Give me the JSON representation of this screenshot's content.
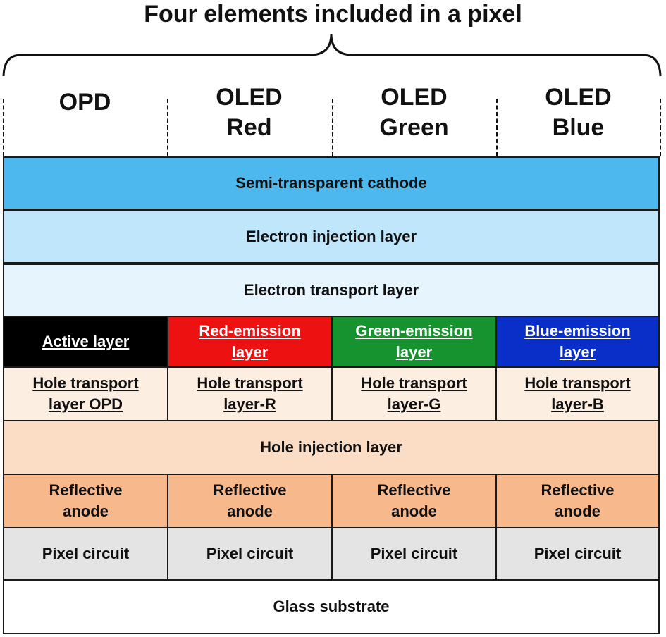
{
  "title": "Four elements included in a pixel",
  "columns": [
    {
      "line1": "OPD",
      "line2": ""
    },
    {
      "line1": "OLED",
      "line2": "Red"
    },
    {
      "line1": "OLED",
      "line2": "Green"
    },
    {
      "line1": "OLED",
      "line2": "Blue"
    }
  ],
  "layers": {
    "cathode": "Semi-transparent cathode",
    "eil": "Electron injection layer",
    "etl": "Electron transport layer",
    "active": [
      "Active layer",
      "",
      ""
    ],
    "red_emission": [
      "Red-emission",
      "layer"
    ],
    "green_emission": [
      "Green-emission",
      "layer"
    ],
    "blue_emission": [
      "Blue-emission",
      "layer"
    ],
    "htl": [
      [
        "Hole transport",
        "layer OPD"
      ],
      [
        "Hole transport",
        "layer-R"
      ],
      [
        "Hole transport",
        "layer-G"
      ],
      [
        "Hole transport",
        "layer-B"
      ]
    ],
    "hil": "Hole injection layer",
    "anode": [
      "Reflective",
      "anode"
    ],
    "pixel_circuit": "Pixel circuit",
    "glass": "Glass substrate"
  },
  "colors": {
    "cathode": "#4db8ee",
    "eil": "#bfe6fa",
    "etl": "#e6f5fd",
    "active": "#000000",
    "red": "#ee1111",
    "green": "#16922f",
    "blue": "#0a2fc8",
    "emission_text": "#ffffff",
    "htl": "#fdeee2",
    "hil": "#fbdcc4",
    "anode": "#f7b98b",
    "pixel_circuit": "#e4e4e4",
    "glass": "#ffffff"
  }
}
